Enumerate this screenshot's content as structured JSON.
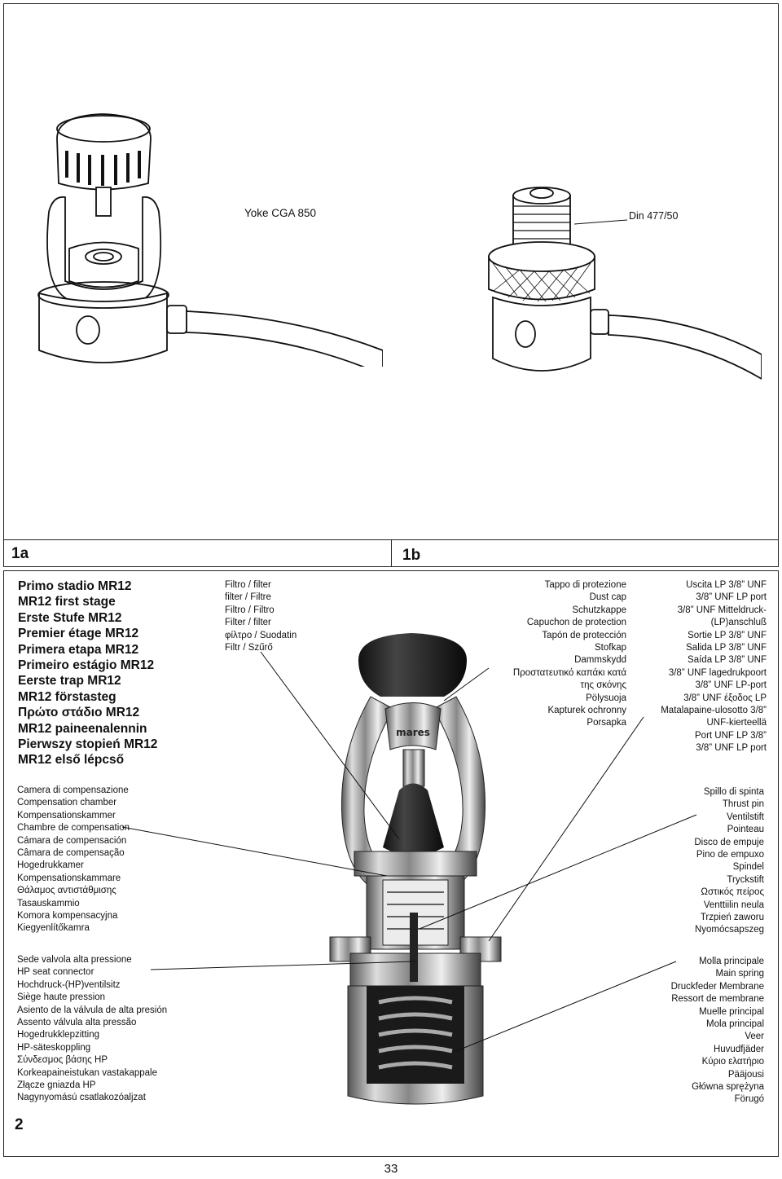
{
  "panels": {
    "fig_1a": "1a",
    "fig_1b": "1b",
    "fig_2": "2"
  },
  "callouts": {
    "yoke": "Yoke CGA 850",
    "din": "Din 477/50"
  },
  "title_lines": [
    "Primo stadio MR12",
    "MR12 first stage",
    "Erste Stufe MR12",
    "Premier étage MR12",
    "Primera etapa MR12",
    "Primeiro estágio MR12",
    "Eerste trap MR12",
    "MR12 förstasteg",
    "Πρώτο στάδιο MR12",
    "MR12 paineenalennin",
    "Pierwszy stopień MR12",
    "MR12 első lépcső"
  ],
  "filter_lines": [
    "Filtro / filter",
    "filter / Filtre",
    "Filtro / Filtro",
    "Filter / filter",
    "φίλτρο / Suodatin",
    "Filtr / Szűrő"
  ],
  "dustcap_lines": [
    "Tappo di protezione",
    "Dust cap",
    "Schutzkappe",
    "Capuchon de protection",
    "Tapón de protección",
    "Stofkap",
    "Dammskydd",
    "Προστατευτικό καπάκι κατά",
    "της σκόνης",
    "Pölysuoja",
    "Kapturek ochronny",
    "Porsapka"
  ],
  "lpport_lines": [
    "Uscita LP 3/8” UNF",
    "3/8” UNF LP port",
    "3/8” UNF Mitteldruck-",
    "(LP)anschluß",
    "Sortie LP 3/8” UNF",
    "Salida LP 3/8” UNF",
    "Saída LP 3/8” UNF",
    "3/8” UNF lagedrukpoort",
    "3/8” UNF LP-port",
    "3/8” UNF έξοδος LP",
    "Matalapaine-ulosotto 3/8”",
    "UNF-kierteellä",
    "Port UNF LP 3/8”",
    "3/8” UNF LP port"
  ],
  "compensation_lines": [
    "Camera di compensazione",
    "Compensation chamber",
    "Kompensationskammer",
    "Chambre de compensation",
    "Cámara de compensación",
    "Câmara de compensação",
    "Hogedrukkamer",
    "Kompensationskammare",
    "Θάλαμος αντιστάθμισης",
    "Tasauskammio",
    "Komora kompensacyjna",
    "Kiegyenlítőkamra"
  ],
  "thrustpin_lines": [
    "Spillo di spinta",
    "Thrust pin",
    "Ventilstift",
    "Pointeau",
    "Disco de empuje",
    "Pino de empuxo",
    "Spindel",
    "Tryckstift",
    "Ωστικός πείρος",
    "Venttiilin neula",
    "Trzpień zaworu",
    "Nyomócsapszeg"
  ],
  "hpseat_lines": [
    "Sede valvola alta pressione",
    "HP seat connector",
    "Hochdruck-(HP)ventilsitz",
    "Siège haute pression",
    "Asiento de la válvula de alta presión",
    "Assento válvula alta pressão",
    "Hogedrukklepzitting",
    "HP-säteskoppling",
    "Σύνδεσμος βάσης HP",
    "Korkeapaineistukan vastakappale",
    "Złącze gniazda HP",
    "Nagynyomású csatlakozóaljzat"
  ],
  "spring_lines": [
    "Molla principale",
    "Main spring",
    "Druckfeder Membrane",
    "Ressort de membrane",
    "Muelle principal",
    "Mola principal",
    "Veer",
    "Huvudfjäder",
    "Κύριο ελατήριο",
    "Pääjousi",
    "Główna sprężyna",
    "Förugó"
  ],
  "logo_text": "mares",
  "page_number": "33"
}
